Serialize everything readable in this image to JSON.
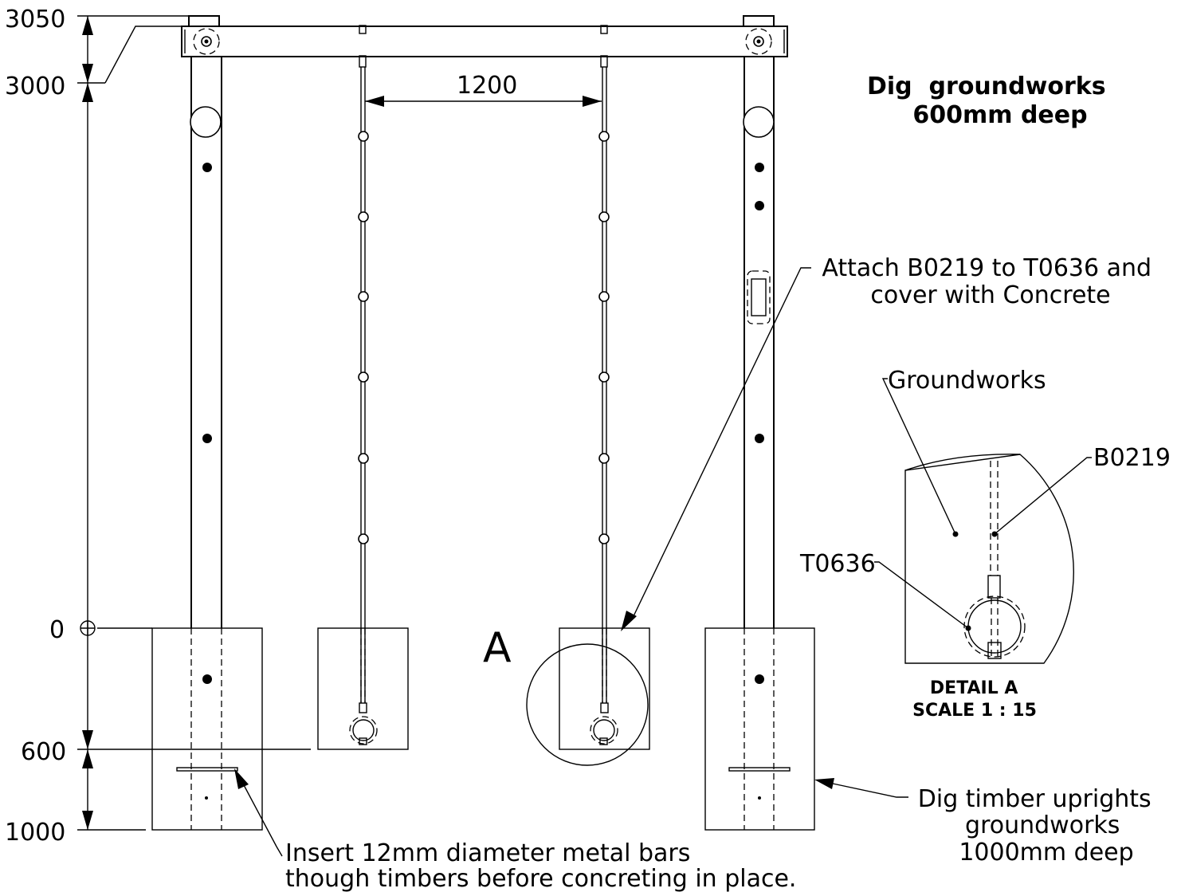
{
  "dimensions": {
    "levels": [
      "3050",
      "3000",
      "0",
      "600",
      "1000"
    ],
    "spacing": "1200"
  },
  "notes": {
    "dig_groundworks": [
      "Dig  groundworks",
      "600mm deep"
    ],
    "attach": [
      "Attach B0219 to T0636 and",
      "cover with Concrete"
    ],
    "insert_bars": [
      "Insert 12mm diameter metal bars",
      "though timbers before concreting in place."
    ],
    "dig_timber": [
      "Dig timber uprights",
      "groundworks",
      "1000mm deep"
    ]
  },
  "detail": {
    "marker": "A",
    "labels": {
      "groundworks": "Groundworks",
      "b0219": "B0219",
      "t0636": "T0636"
    },
    "title": "DETAIL A",
    "scale": "SCALE 1 : 15"
  }
}
